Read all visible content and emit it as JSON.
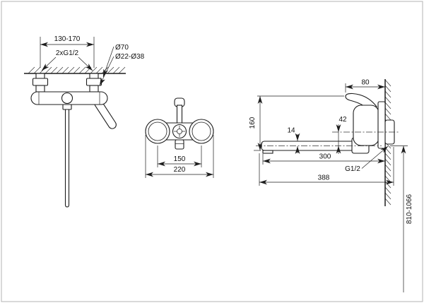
{
  "drawing": {
    "type": "technical-dimension-drawing",
    "subject": "wall-mounted bath mixer tap",
    "line_color": "#1d1d1d",
    "views": {
      "front": {
        "dims": {
          "mount_spacing": "130-170",
          "thread": "2xG1/2",
          "escutcheon_diameter": "Ø70",
          "cover_diameter_range": "Ø22-Ø38"
        }
      },
      "face": {
        "dims": {
          "port_spacing": "150",
          "overall_width": "220"
        }
      },
      "side": {
        "dims": {
          "handle_projection": "80",
          "body_height": "160",
          "outlet_offset": "42",
          "spout_rise": "14",
          "spout_reach": "300",
          "outlet_thread": "G1/2",
          "overall_projection": "388",
          "installation_height": "810-1066"
        }
      }
    }
  }
}
